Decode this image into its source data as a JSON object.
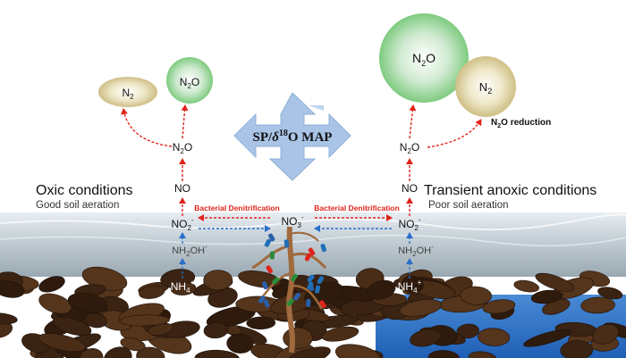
{
  "left_panel": {
    "heading": "Oxic conditions",
    "subheading": "Good soil aeration",
    "n2": "N",
    "n2_sub": "2",
    "n2o_bubble": {
      "a": "N",
      "sub": "2",
      "b": "O"
    },
    "n2o_mid": {
      "a": "N",
      "sub": "2",
      "b": "O"
    },
    "no": "NO",
    "no2": {
      "a": "NO",
      "sub": "2",
      "sup": "-"
    },
    "nh2oh": {
      "a": "NH",
      "sub": "2",
      "b": "OH",
      "sup": "-"
    },
    "nh4": {
      "a": "NH",
      "sub": "4",
      "sup": "+"
    }
  },
  "right_panel": {
    "heading": "Transient anoxic conditions",
    "subheading": "Poor soil aeration",
    "n2o_big": {
      "a": "N",
      "sub": "2",
      "b": "O"
    },
    "n2": {
      "a": "N",
      "sub": "2"
    },
    "reduction_label": {
      "a": "N",
      "sub": "2",
      "b": "O reduction"
    },
    "n2o_mid": {
      "a": "N",
      "sub": "2",
      "b": "O"
    },
    "no": "NO",
    "no2": {
      "a": "NO",
      "sub": "2",
      "sup": "-"
    },
    "nh2oh": {
      "a": "NH",
      "sub": "2",
      "b": "OH",
      "sup": "-"
    },
    "nh4": {
      "a": "NH",
      "sub": "4",
      "sup": "+"
    }
  },
  "center": {
    "map_label": {
      "a": "SP/",
      "delta": "δ",
      "sup": "18",
      "b": "O MAP"
    },
    "no3": {
      "a": "NO",
      "sub": "3",
      "sup": "-"
    },
    "denit_left": "Bacterial Denitrification",
    "denit_right": "Bacterial Denitrification"
  },
  "colors": {
    "red_arrow": "#e0241b",
    "blue_arrow": "#2a6fc9",
    "n2_bubble": "#e6dcae",
    "n2o_bubble": "#8fd08f",
    "map_arrow": "#a9c4e6",
    "soil": "#3a2312",
    "water": "#3d7fd0"
  }
}
